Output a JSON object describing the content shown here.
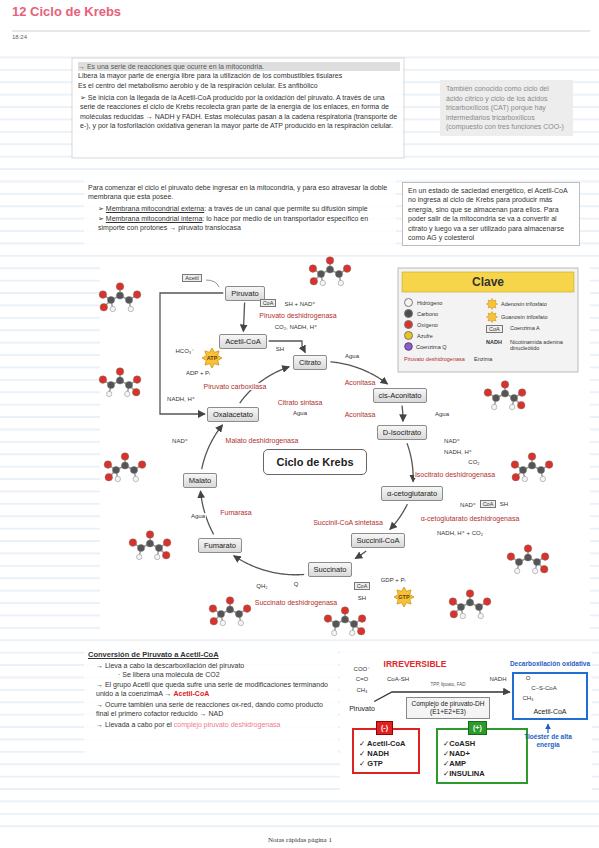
{
  "diagram": {
    "title": "12 Ciclo de Krebs",
    "nodes": [
      {
        "text": [
          "También conocido como ciclo del ácido cítrico y ciclo de los ácidos tricarboxílicos (CAT) porque hay intermediarios tricarboxílicos (compuesto con tres funciones COO-)"
        ]
      },
      {
        "text": [
          "En un estado de saciedad energético, el Acetil-CoA no ingresa al ciclo de Krebs para producir más energía, sino que se almacenan para ellos. Para poder salir de la mitocondria se va a convertir al citrato y luego va a ser utilizado para almacenarse como AG y colesterol"
        ]
      },
      {
        "text": [
          "Piruvato"
        ]
      },
      {
        "text": [
          "Acetil-CoA"
        ]
      },
      {
        "text": [
          "Citrato"
        ]
      },
      {
        "text": [
          "cis-Aconitato"
        ]
      },
      {
        "text": [
          "D-Isocitrato"
        ]
      },
      {
        "text": [
          "α-cetoglutarato"
        ]
      },
      {
        "text": [
          "Succinil-CoA"
        ]
      },
      {
        "text": [
          "Succinato"
        ]
      },
      {
        "text": [
          "Fumarato"
        ]
      },
      {
        "text": [
          "Malato"
        ]
      },
      {
        "text": [
          "Oxalacetato"
        ]
      },
      {
        "text": [
          "Ciclo de Krebs"
        ]
      },
      {
        "text": [
          "Piruvato"
        ]
      },
      {
        "text": [
          "Complejo de piruvato-DH (E1+E2+E3)"
        ]
      },
      {
        "text": [
          "Acetil-CoA"
        ]
      },
      {
        "text": [
          "✓ Acetil-CoA",
          "✓ NADH",
          "✓ GTP"
        ]
      },
      {
        "text": [
          "(-)"
        ],
        "in": 17
      },
      {
        "text": [
          "✓CoASH",
          "✓NAD+",
          "✓AMP",
          "✓INSULINA"
        ]
      },
      {
        "text": [
          "(+)"
        ],
        "in": 19
      }
    ],
    "edges": [
      {
        "from": 2,
        "to": 3,
        "arrow": "to",
        "label": "Piruvato deshidrogenasa"
      },
      {
        "from": 2,
        "to": 12,
        "arrow": "to",
        "label": "Piruvato carboxilasa"
      },
      {
        "from": 3,
        "to": 4,
        "arrow": "to"
      },
      {
        "from": 12,
        "to": 4,
        "arrow": "to",
        "label": "Citrato sintasa"
      },
      {
        "from": 4,
        "to": 5,
        "arrow": "to",
        "label": "Aconitasa"
      },
      {
        "from": 5,
        "to": 6,
        "arrow": "to",
        "label": "Aconitasa"
      },
      {
        "from": 6,
        "to": 7,
        "arrow": "to",
        "label": "Isocitrato deshidrogenasa"
      },
      {
        "from": 7,
        "to": 8,
        "arrow": "to",
        "label": "α-cetoglutarato deshidrogenasa"
      },
      {
        "from": 8,
        "to": 9,
        "arrow": "to",
        "label": "Succinil-CoA sintetasa"
      },
      {
        "from": 9,
        "to": 10,
        "arrow": "to",
        "label": "Succinato deshidrogenasa"
      },
      {
        "from": 10,
        "to": 11,
        "arrow": "to",
        "label": "Fumarasa"
      },
      {
        "from": 11,
        "to": 12,
        "arrow": "to",
        "label": "Malato deshidrogenasa"
      },
      {
        "from": 14,
        "to": 16,
        "arrow": "to"
      }
    ],
    "labels": [
      "18:24",
      "→ Es una serie de reacciones que ocurre en la mitocondria.",
      "Libera la mayor parte de energía libre para la utilización de los combustibles tisulares",
      "Es el centro del metabolismo aerobio y de la respiración celular. Es anfibólico",
      "➢ Se inicia con la llegada de la Acetil-CoA producido por la oxidación del piruvato. A través de una serie de reacciones el ciclo de Krebs recolecta gran parte de la energía de los enlaces, en forma de moléculas reducidas → NADH y FADH. Estas moléculas pasan a la cadena respiratoria (transporte de e-), y por la fosforilación oxidativa generan la mayor parte de ATP producido en la respiración celular.",
      "Para comenzar el ciclo el piruvato debe ingresar en la mitocondria, y para eso atravesar la doble membrana que esta posee.",
      "➢ ",
      "Membrana mitocondrial externa",
      ": a través de un canal que permite su difusión simple",
      "➢ ",
      "Membrana mitocondrial interna",
      ": lo hace por medio de un transportador específico en simporte con protones → piruvato translocasa",
      "Clave",
      "Acetil",
      "CoA",
      "SH + NAD⁺",
      "CO₂, NADH, H⁺",
      "SH",
      "HCO₃⁻",
      "ATP",
      "ADP + Pᵢ",
      "Agua",
      "Agua",
      "Agua",
      "NAD⁺",
      "NADH, H⁺",
      "CO₂",
      "NAD⁺",
      "CoA",
      "SH",
      "NADH, H⁺ + CO₂",
      "GDP + Pᵢ",
      "GTP",
      "CoA",
      "SH",
      "Q",
      "QH₂",
      "Agua",
      "NAD⁺",
      "NADH, H⁺",
      "Conversión de Piruvato a Acetil-CoA",
      "→ Lleva a cabo la descarboxilación del piruvato",
      "· Se libera una molécula de CO2",
      "→ El grupo Acetil que queda sufre una serie de modificaciones terminando unido a la coenzimaA → ",
      "Acetil-CoA",
      "→ Ocurre también una serie de reacciones ox-red, dando como producto final el primero cofactor reducido → NAD",
      "→ Llevada a cabo por el ",
      "complejo piruvato deshidrogenasa",
      "IRREVERSIBLE",
      "Decarboxilación oxidativa",
      "CoA-SH",
      "NADH",
      "TPP, lipoato, FAD",
      "COO⁻",
      "C=O",
      "CH₃",
      "O",
      "C–S-CoA",
      "CH₃",
      "Tioéster de alta energía",
      "Notas rápidas página 1",
      "NADH",
      "Piruvato deshidrogenasa",
      "CoA"
    ],
    "legend": [
      {
        "text": "Hidrógeno",
        "color": "#f4f4f4"
      },
      {
        "text": "Carbono",
        "color": "#4d4d4d"
      },
      {
        "text": "Oxígeno",
        "color": "#d8322a"
      },
      {
        "text": "Azufre",
        "color": "#e8c51e"
      },
      {
        "text": "Coenzima Q"
      },
      {
        "text": "Nicotinamida adenina dinucleótido"
      },
      {
        "text": "Enzima"
      },
      {
        "text": "Adenosín trifosfato"
      },
      {
        "text": "Guanosín trifosfato"
      },
      {
        "text": "Coenzima A"
      }
    ]
  }
}
